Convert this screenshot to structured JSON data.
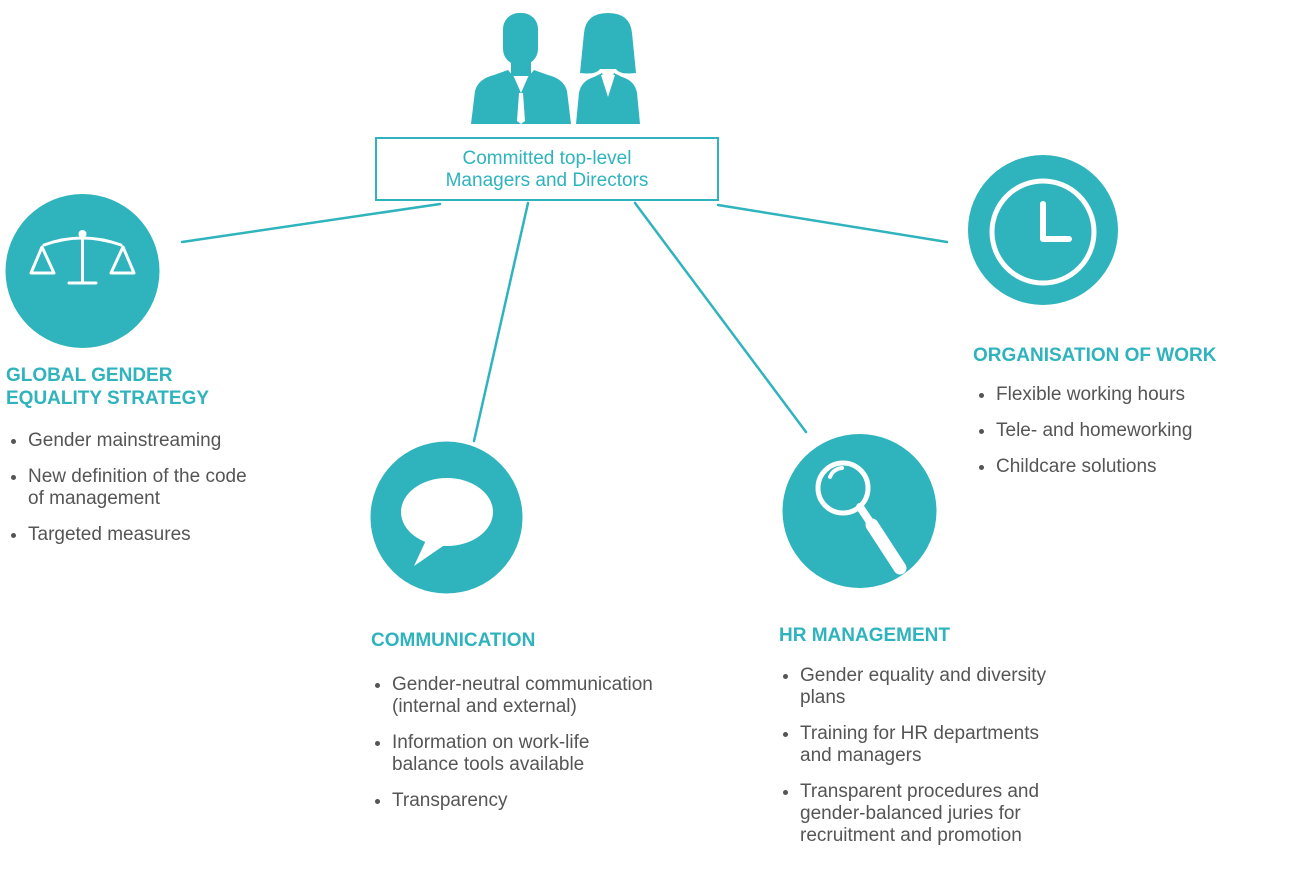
{
  "center": {
    "lines": [
      "Committed top-level",
      "Managers and Directors"
    ]
  },
  "global": {
    "heading": [
      "GLOBAL GENDER",
      "EQUALITY STRATEGY"
    ],
    "items": [
      [
        "Gender mainstreaming"
      ],
      [
        "New definition of the code",
        "of management"
      ],
      [
        "Targeted measures"
      ]
    ]
  },
  "communication": {
    "heading": [
      "COMMUNICATION"
    ],
    "items": [
      [
        "Gender-neutral communication",
        "(internal and external)"
      ],
      [
        "Information on work-life",
        "balance tools available"
      ],
      [
        "Transparency"
      ]
    ]
  },
  "hr": {
    "heading": [
      "HR MANAGEMENT"
    ],
    "items": [
      [
        "Gender equality and diversity",
        "plans"
      ],
      [
        "Training for HR departments",
        "and managers"
      ],
      [
        "Transparent procedures and",
        "gender-balanced juries for",
        "recruitment and promotion"
      ]
    ]
  },
  "work": {
    "heading": [
      "ORGANISATION OF WORK"
    ],
    "items": [
      [
        "Flexible working hours"
      ],
      [
        "Tele- and homeworking"
      ],
      [
        "Childcare solutions"
      ]
    ]
  },
  "colors": {
    "accent": "#2fb3bd",
    "text": "#555555"
  },
  "icons": [
    "people-icon",
    "scales-icon",
    "speech-bubble-icon",
    "magnifier-icon",
    "clock-icon"
  ]
}
